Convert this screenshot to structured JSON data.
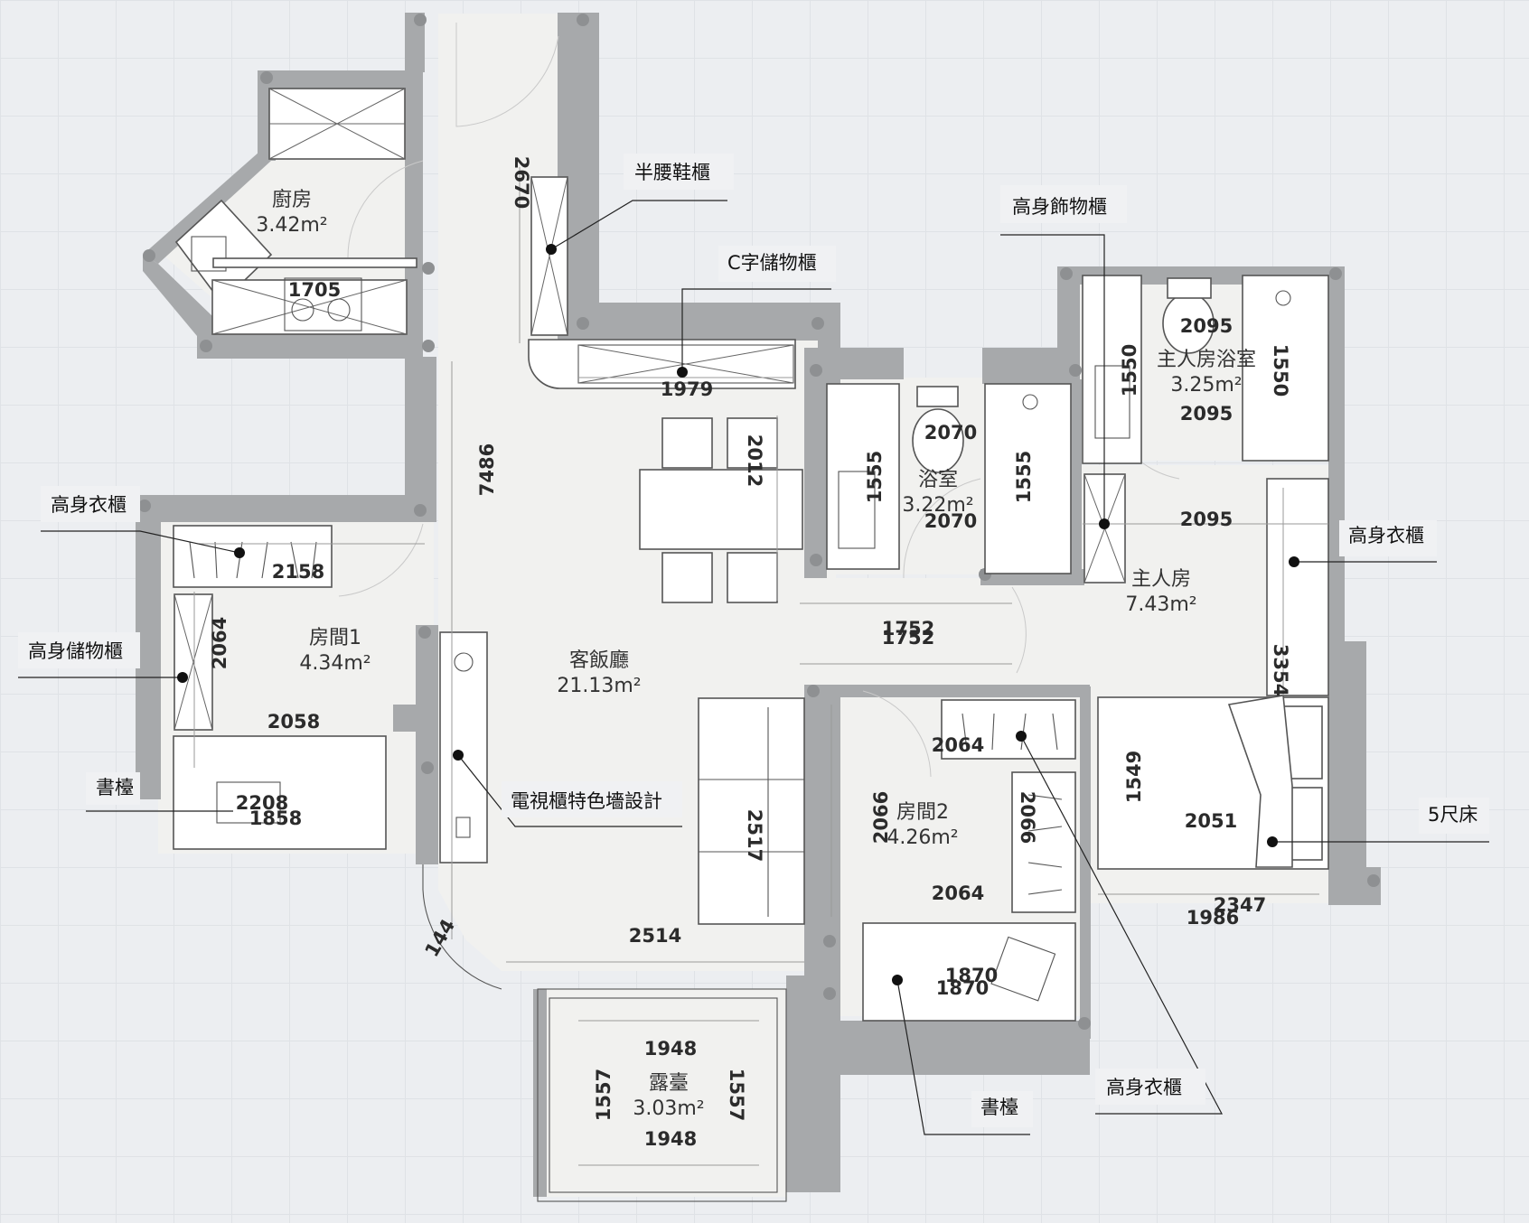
{
  "rooms": [
    {
      "name": "廚房",
      "area": "3.42m²"
    },
    {
      "name": "房間1",
      "area": "4.34m²"
    },
    {
      "name": "客飯廳",
      "area": "21.13m²"
    },
    {
      "name": "浴室",
      "area": "3.22m²"
    },
    {
      "name": "主人房浴室",
      "area": "3.25m²"
    },
    {
      "name": "主人房",
      "area": "7.43m²"
    },
    {
      "name": "房間2",
      "area": "4.26m²"
    },
    {
      "name": "露臺",
      "area": "3.03m²"
    }
  ],
  "labels": {
    "shoe_cabinet": "半腰鞋櫃",
    "c_storage": "C字儲物櫃",
    "display_cabinet": "高身飾物櫃",
    "wardrobe_left": "高身衣櫃",
    "storage_left": "高身儲物櫃",
    "desk_left": "書檯",
    "tv_wall": "電視櫃特色墻設計",
    "wardrobe_right": "高身衣櫃",
    "bed": "5尺床",
    "wardrobe_bottom": "高身衣櫃",
    "desk_bottom": "書檯"
  },
  "dimensions": {
    "d1705": "1705",
    "d2670": "2670",
    "d1979": "1979",
    "d7486": "7486",
    "d2012": "2012",
    "d2070a": "2070",
    "d2070b": "2070",
    "d1555a": "1555",
    "d1555b": "1555",
    "d2095a": "2095",
    "d2095b": "2095",
    "d2095c": "2095",
    "d1550a": "1550",
    "d1550b": "1550",
    "d2158": "2158",
    "d2064a": "2064",
    "d2058": "2058",
    "d2208": "2208",
    "d1858": "1858",
    "d1752a": "1752",
    "d1752b": "1752",
    "d3354": "3354",
    "d2064b": "2064",
    "d2066a": "2066",
    "d2066b": "2066",
    "d2064c": "2064",
    "d1549": "1549",
    "d2051": "2051",
    "d2517": "2517",
    "d2514": "2514",
    "d144": "144",
    "d2347": "2347",
    "d1986": "1986",
    "d1870a": "1870",
    "d1870b": "1870",
    "d1948a": "1948",
    "d1948b": "1948",
    "d1557a": "1557",
    "d1557b": "1557"
  },
  "colors": {
    "wall": "#a7a9ab",
    "floor": "#f1f1ef",
    "background": "#eceef1"
  }
}
